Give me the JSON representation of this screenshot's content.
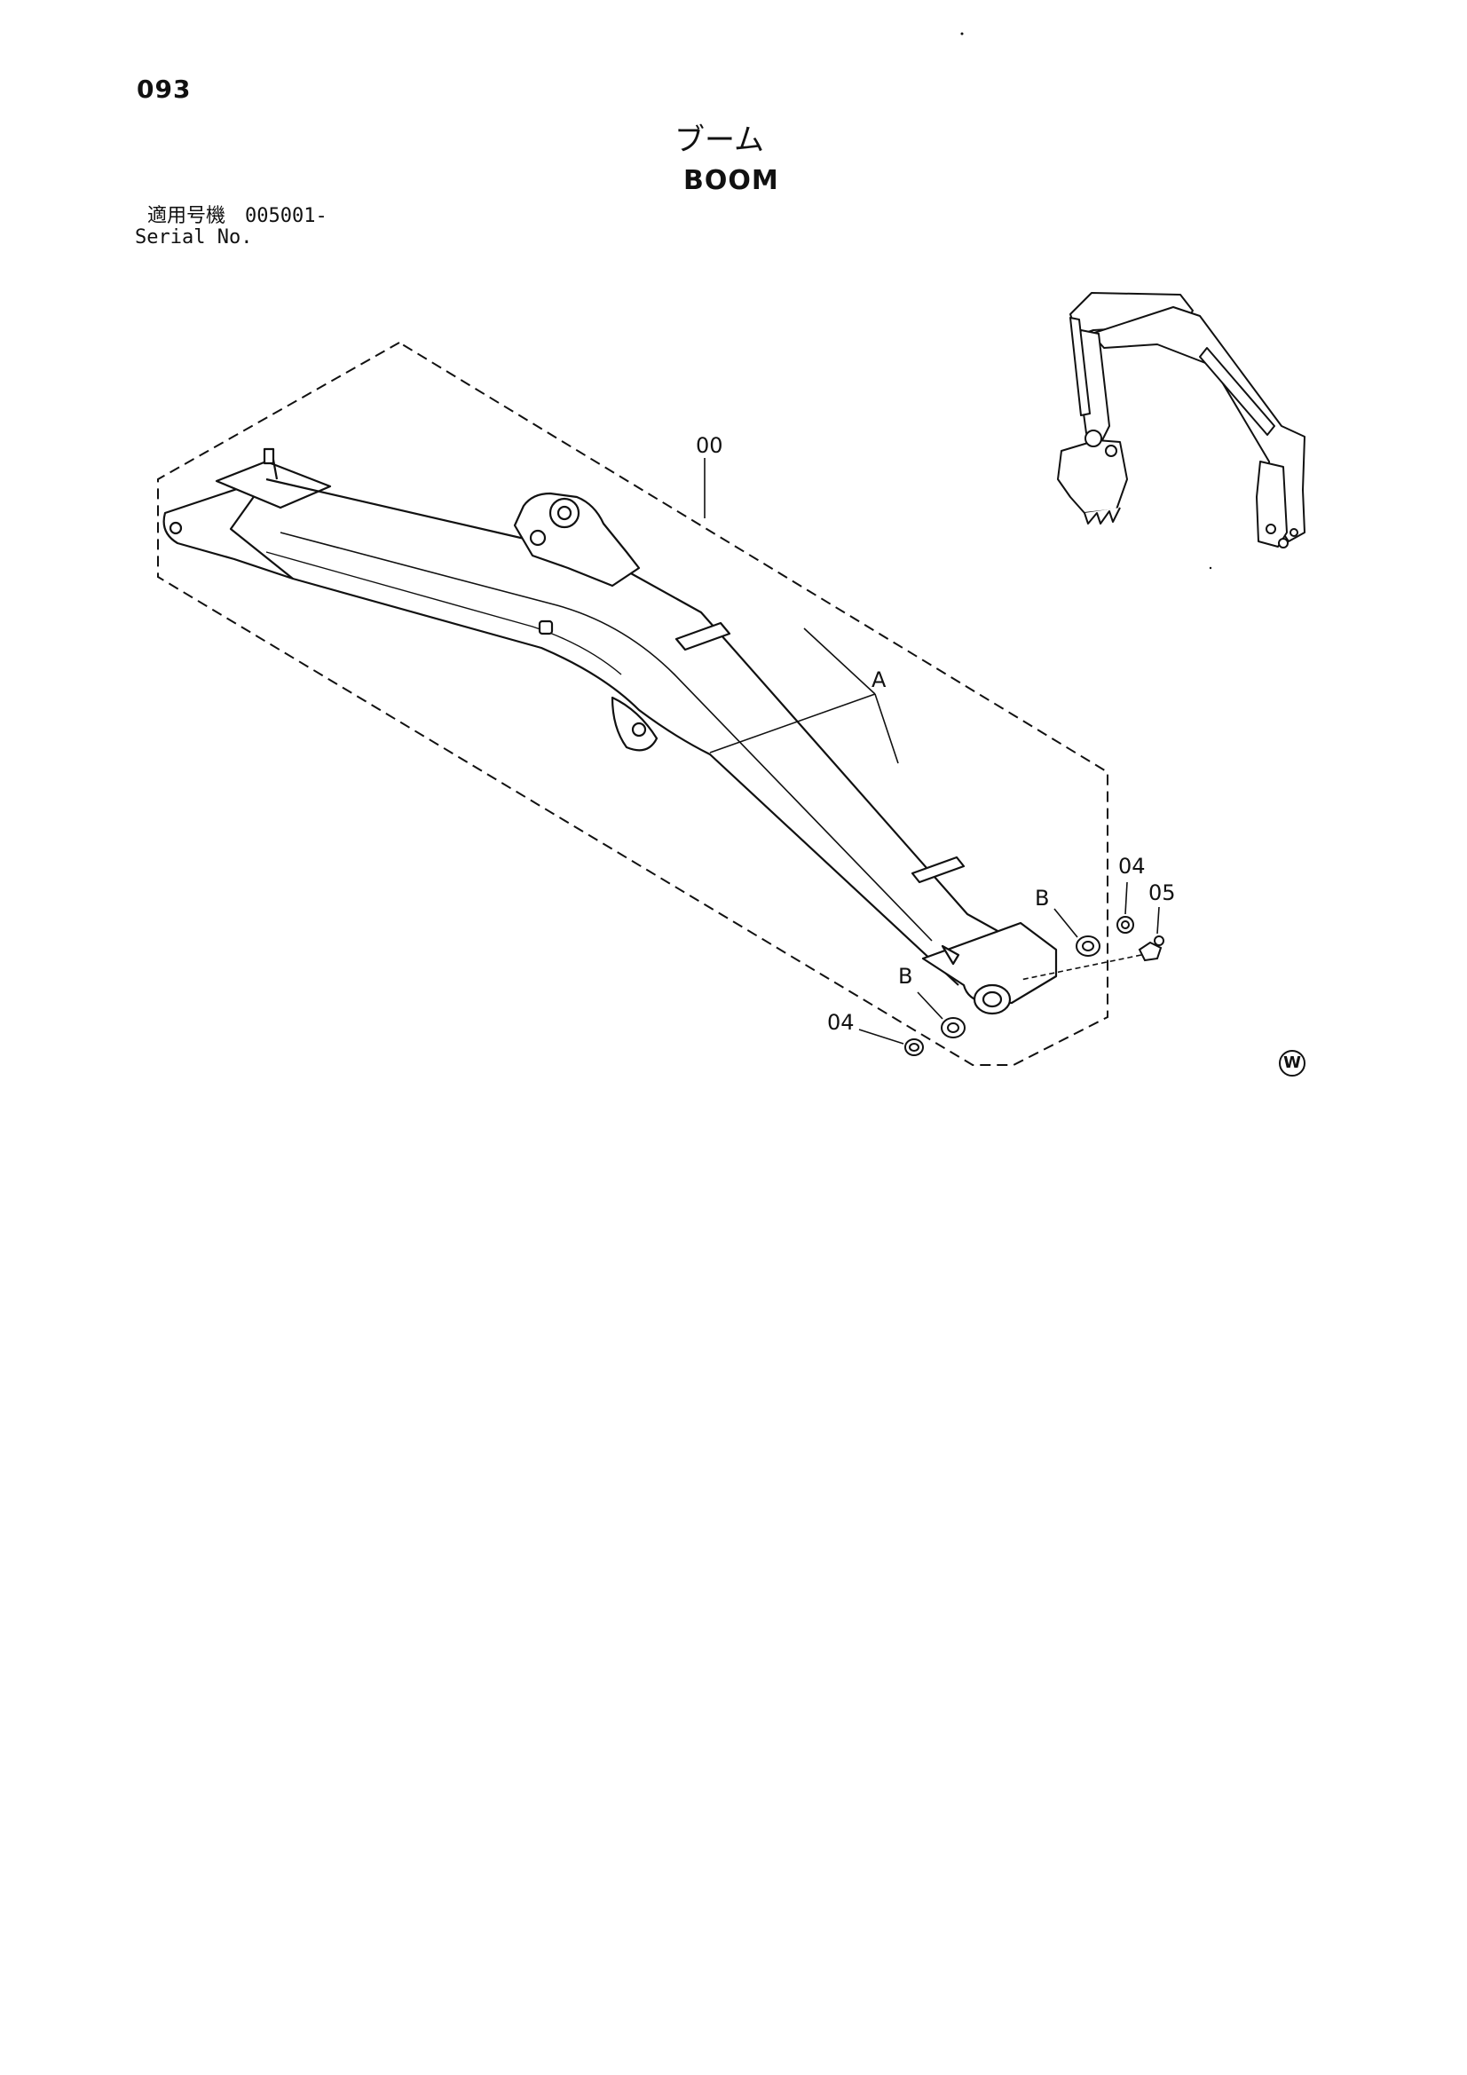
{
  "page_number": "093",
  "title_jp": "ブーム",
  "title_en": "BOOM",
  "serial": {
    "label_jp": "適用号機",
    "value": "005001-",
    "label_en": "Serial No."
  },
  "callouts": {
    "assembly": "00",
    "group_a": "A",
    "group_b_upper": "B",
    "group_b_lower": "B",
    "washer_upper": "04",
    "washer_lower": "04",
    "fitting": "05"
  },
  "marker": "W"
}
